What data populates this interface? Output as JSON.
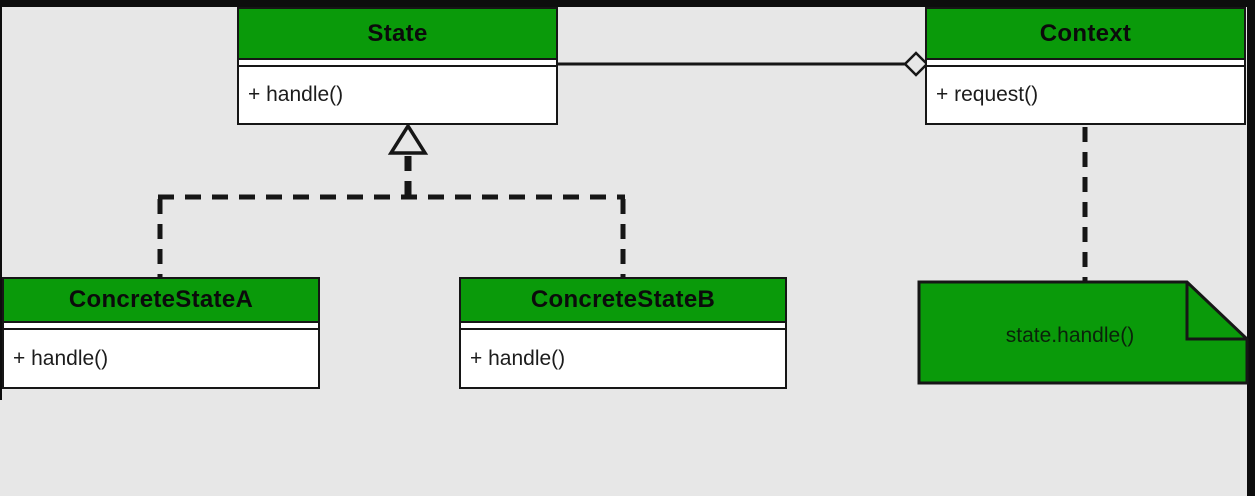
{
  "diagram": {
    "kind": "uml-class-diagram",
    "pattern": "State",
    "classes": [
      {
        "name": "State",
        "methods": [
          "+ handle()"
        ]
      },
      {
        "name": "Context",
        "methods": [
          "+ request()"
        ]
      },
      {
        "name": "ConcreteStateA",
        "methods": [
          "+ handle()"
        ]
      },
      {
        "name": "ConcreteStateB",
        "methods": [
          "+ handle()"
        ]
      }
    ],
    "note": {
      "text": "state.handle()"
    },
    "relationships": [
      {
        "type": "aggregation",
        "from": "State",
        "to": "Context",
        "style": "solid-line-hollow-diamond"
      },
      {
        "type": "generalization",
        "from": "ConcreteStateA",
        "to": "State",
        "style": "dashed-line-hollow-triangle"
      },
      {
        "type": "generalization",
        "from": "ConcreteStateB",
        "to": "State",
        "style": "dashed-line-hollow-triangle"
      },
      {
        "type": "note-anchor",
        "from": "Context",
        "to": "note",
        "style": "dashed-line"
      }
    ],
    "colors": {
      "class_header": "#0a9a0a",
      "note_fill": "#0a9a0a",
      "background": "#e7e7e7",
      "border": "#161616",
      "frame": "#0d0d0d"
    }
  }
}
